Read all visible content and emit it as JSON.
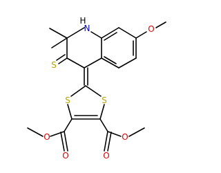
{
  "atoms": {
    "nh": "H",
    "n": "N",
    "o_methoxy": "O",
    "s_thione": "S",
    "s_ring_left": "S",
    "s_ring_right": "S",
    "o_ester_left_single": "O",
    "o_ester_left_carbonyl": "O",
    "o_ester_right_single": "O",
    "o_ester_right_carbonyl": "O"
  },
  "colors": {
    "bond": "#000000",
    "sulfur": "#b8a200",
    "oxygen": "#e00000",
    "nitrogen": "#0000e0",
    "hydrogen": "#000000"
  }
}
